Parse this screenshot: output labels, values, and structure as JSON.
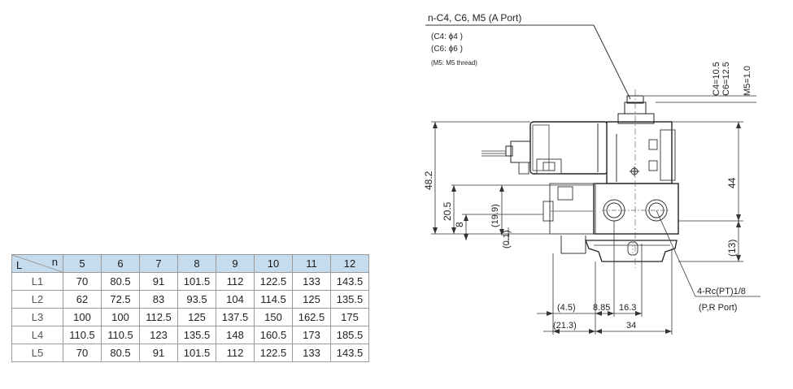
{
  "table": {
    "corner_col": "n",
    "corner_row": "L",
    "columns": [
      "5",
      "6",
      "7",
      "8",
      "9",
      "10",
      "11",
      "12"
    ],
    "rows": [
      {
        "label": "L1",
        "values": [
          "70",
          "80.5",
          "91",
          "101.5",
          "112",
          "122.5",
          "133",
          "143.5"
        ]
      },
      {
        "label": "L2",
        "values": [
          "62",
          "72.5",
          "83",
          "93.5",
          "104",
          "114.5",
          "125",
          "135.5"
        ]
      },
      {
        "label": "L3",
        "values": [
          "100",
          "100",
          "112.5",
          "125",
          "137.5",
          "150",
          "162.5",
          "175"
        ]
      },
      {
        "label": "L4",
        "values": [
          "110.5",
          "110.5",
          "123",
          "135.5",
          "148",
          "160.5",
          "173",
          "185.5"
        ]
      },
      {
        "label": "L5",
        "values": [
          "70",
          "80.5",
          "91",
          "101.5",
          "112",
          "122.5",
          "133",
          "143.5"
        ]
      }
    ]
  },
  "drawing": {
    "port_title": "n-C4,  C6,  M5  (A Port)",
    "port_c4": "(C4:  ϕ4  )",
    "port_c6": "(C6:  ϕ6  )",
    "port_m5": "(M5:  M5 thread)",
    "dim_c4": "C4=10.5",
    "dim_c6": "C6=12.5",
    "dim_m5": "M5=1.0",
    "dim_48_2": "48.2",
    "dim_20_5": "20.5",
    "dim_8": "8",
    "dim_19_9": "(19.9)",
    "dim_0_1": "(0.1)",
    "dim_44": "44",
    "dim_13": "(13)",
    "dim_4_5": "(4.5)",
    "dim_8_85": "8.85",
    "dim_16_3": "16.3",
    "dim_21_3": "(21.3)",
    "dim_34": "34",
    "rc_port": "4-Rc(PT)1/8",
    "pr_port": "(P,R Port)"
  }
}
